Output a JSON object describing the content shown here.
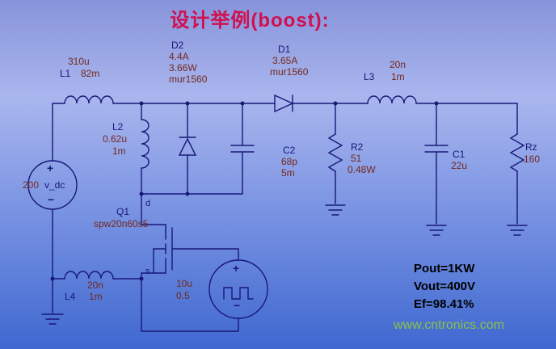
{
  "title": "设计举例(boost):",
  "labels": {
    "l1_value1": "310u",
    "l1_name": "L1",
    "l1_value2": "82m",
    "d2_name": "D2",
    "d2_current": "4.4A",
    "d2_power": "3.66W",
    "d2_part": "mur1560",
    "d1_name": "D1",
    "d1_current": "3.65A",
    "d1_part": "mur1560",
    "l3_value1": "20n",
    "l3_name": "L3",
    "l3_value2": "1m",
    "l2_name": "L2",
    "l2_value1": "0.62u",
    "l2_value2": "1m",
    "c2_name": "C2",
    "c2_value1": "68p",
    "c2_value2": "5m",
    "r2_name": "R2",
    "r2_value1": "51",
    "r2_value2": "0.48W",
    "c1_name": "C1",
    "c1_value1": "22u",
    "rz_name": "Rz",
    "rz_value1": "160",
    "vsrc_value": "200",
    "vsrc_name": "v_dc",
    "q1_name": "Q1",
    "q1_part": "spw20n60s5",
    "q1_drain": "d",
    "q1_source": "s",
    "gate_value1": "10u",
    "gate_value2": "0.5",
    "l4_value1": "20n",
    "l4_name": "L4",
    "l4_value2": "1m",
    "plus": "+",
    "minus": "−"
  },
  "results": {
    "pout": "Pout=1KW",
    "vout": "Vout=400V",
    "eff": "Ef=98.41%"
  },
  "watermark": "www.cntronics.com",
  "colors": {
    "title": "#d01050",
    "designator": "#181878",
    "value": "#74281e",
    "wire": "#181878",
    "results": "#000000",
    "watermark": "#8ec63f",
    "background_top": "#8894da",
    "background_bottom": "#3f68d0"
  }
}
